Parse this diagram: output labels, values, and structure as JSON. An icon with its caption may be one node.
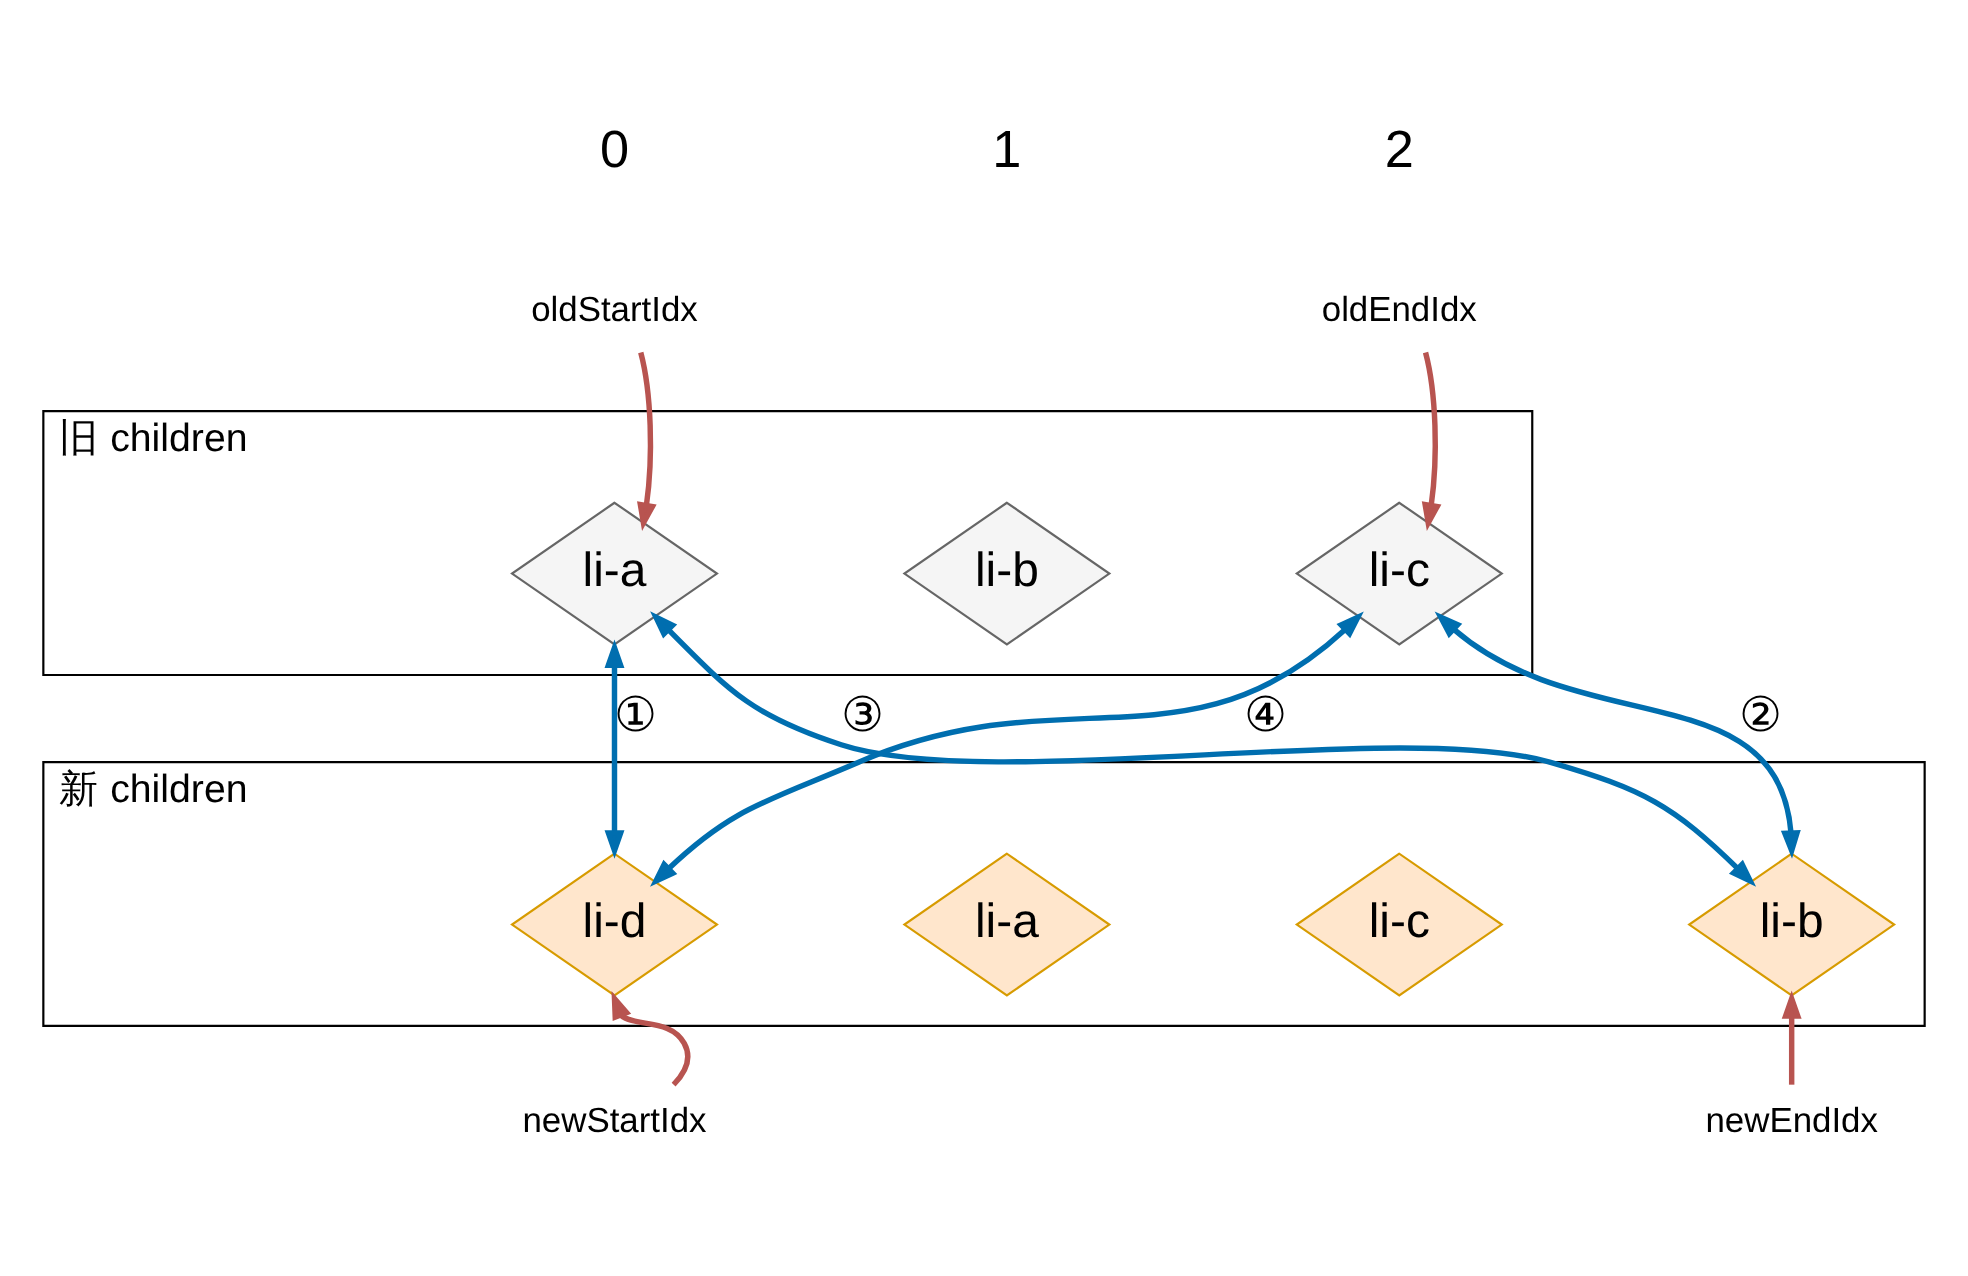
{
  "diagram": {
    "nodes": [
      {
        "text": [
          "旧 children"
        ]
      },
      {
        "text": [
          "li-a"
        ],
        "in": 0
      },
      {
        "text": [
          "li-b"
        ],
        "in": 0
      },
      {
        "text": [
          "li-c"
        ],
        "in": 0
      },
      {
        "text": [
          "新 children"
        ]
      },
      {
        "text": [
          "li-d"
        ],
        "in": 4
      },
      {
        "text": [
          "li-a"
        ],
        "in": 4
      },
      {
        "text": [
          "li-c"
        ],
        "in": 4
      },
      {
        "text": [
          "li-b"
        ],
        "in": 4
      },
      {
        "text": [
          "oldStartIdx"
        ]
      },
      {
        "text": [
          "oldEndIdx"
        ]
      },
      {
        "text": [
          "newStartIdx"
        ]
      },
      {
        "text": [
          "newEndIdx"
        ]
      }
    ],
    "edges": [
      {
        "from": 9,
        "to": 1,
        "arrow": "to",
        "color": "#b85450"
      },
      {
        "from": 10,
        "to": 3,
        "arrow": "to",
        "color": "#b85450"
      },
      {
        "from": 11,
        "to": 5,
        "arrow": "to",
        "color": "#b85450"
      },
      {
        "from": 12,
        "to": 8,
        "arrow": "to",
        "color": "#b85450"
      },
      {
        "from": 1,
        "to": 5,
        "arrow": "both",
        "label": "①",
        "color": "#006eaf"
      },
      {
        "from": 3,
        "to": 8,
        "arrow": "both",
        "label": "②",
        "color": "#006eaf"
      },
      {
        "from": 1,
        "to": 8,
        "arrow": "both",
        "label": "③",
        "color": "#006eaf"
      },
      {
        "from": 3,
        "to": 5,
        "arrow": "both",
        "label": "④",
        "color": "#006eaf"
      }
    ],
    "labels": [
      "0",
      "1",
      "2"
    ]
  }
}
